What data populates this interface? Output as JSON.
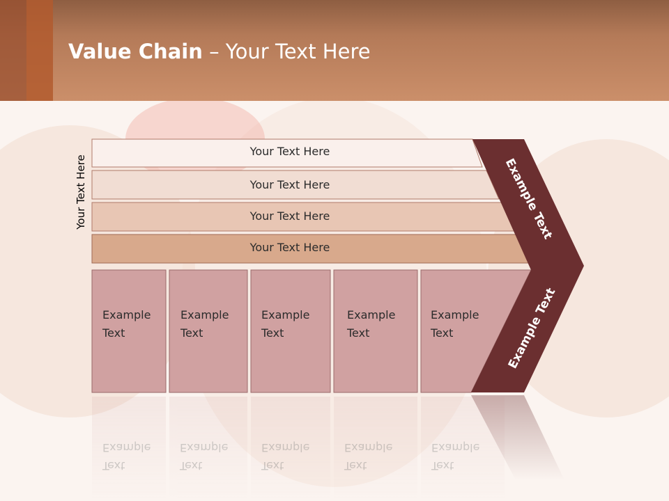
{
  "slide": {
    "title_bold": "Value Chain",
    "title_rest": " – Your Text Here",
    "side_label": "Your Text Here"
  },
  "bands": [
    {
      "label": "Your Text Here",
      "color": "#faf0ec"
    },
    {
      "label": "Your Text Here",
      "color": "#f1ddd3"
    },
    {
      "label": "Your Text Here",
      "color": "#e8c6b4"
    },
    {
      "label": "Your Text Here",
      "color": "#d8a98c"
    }
  ],
  "boxes": [
    {
      "line1": "Example",
      "line2": "Text"
    },
    {
      "line1": "Example",
      "line2": "Text"
    },
    {
      "line1": "Example",
      "line2": "Text"
    },
    {
      "line1": "Example",
      "line2": "Text"
    },
    {
      "line1": "Example",
      "line2": "Text"
    }
  ],
  "chevron": {
    "upper_label": "Example Text",
    "lower_label": "Example Text",
    "color": "#6b2f30"
  },
  "colors": {
    "box_fill": "#d0a1a1",
    "header": "#b47a58"
  }
}
